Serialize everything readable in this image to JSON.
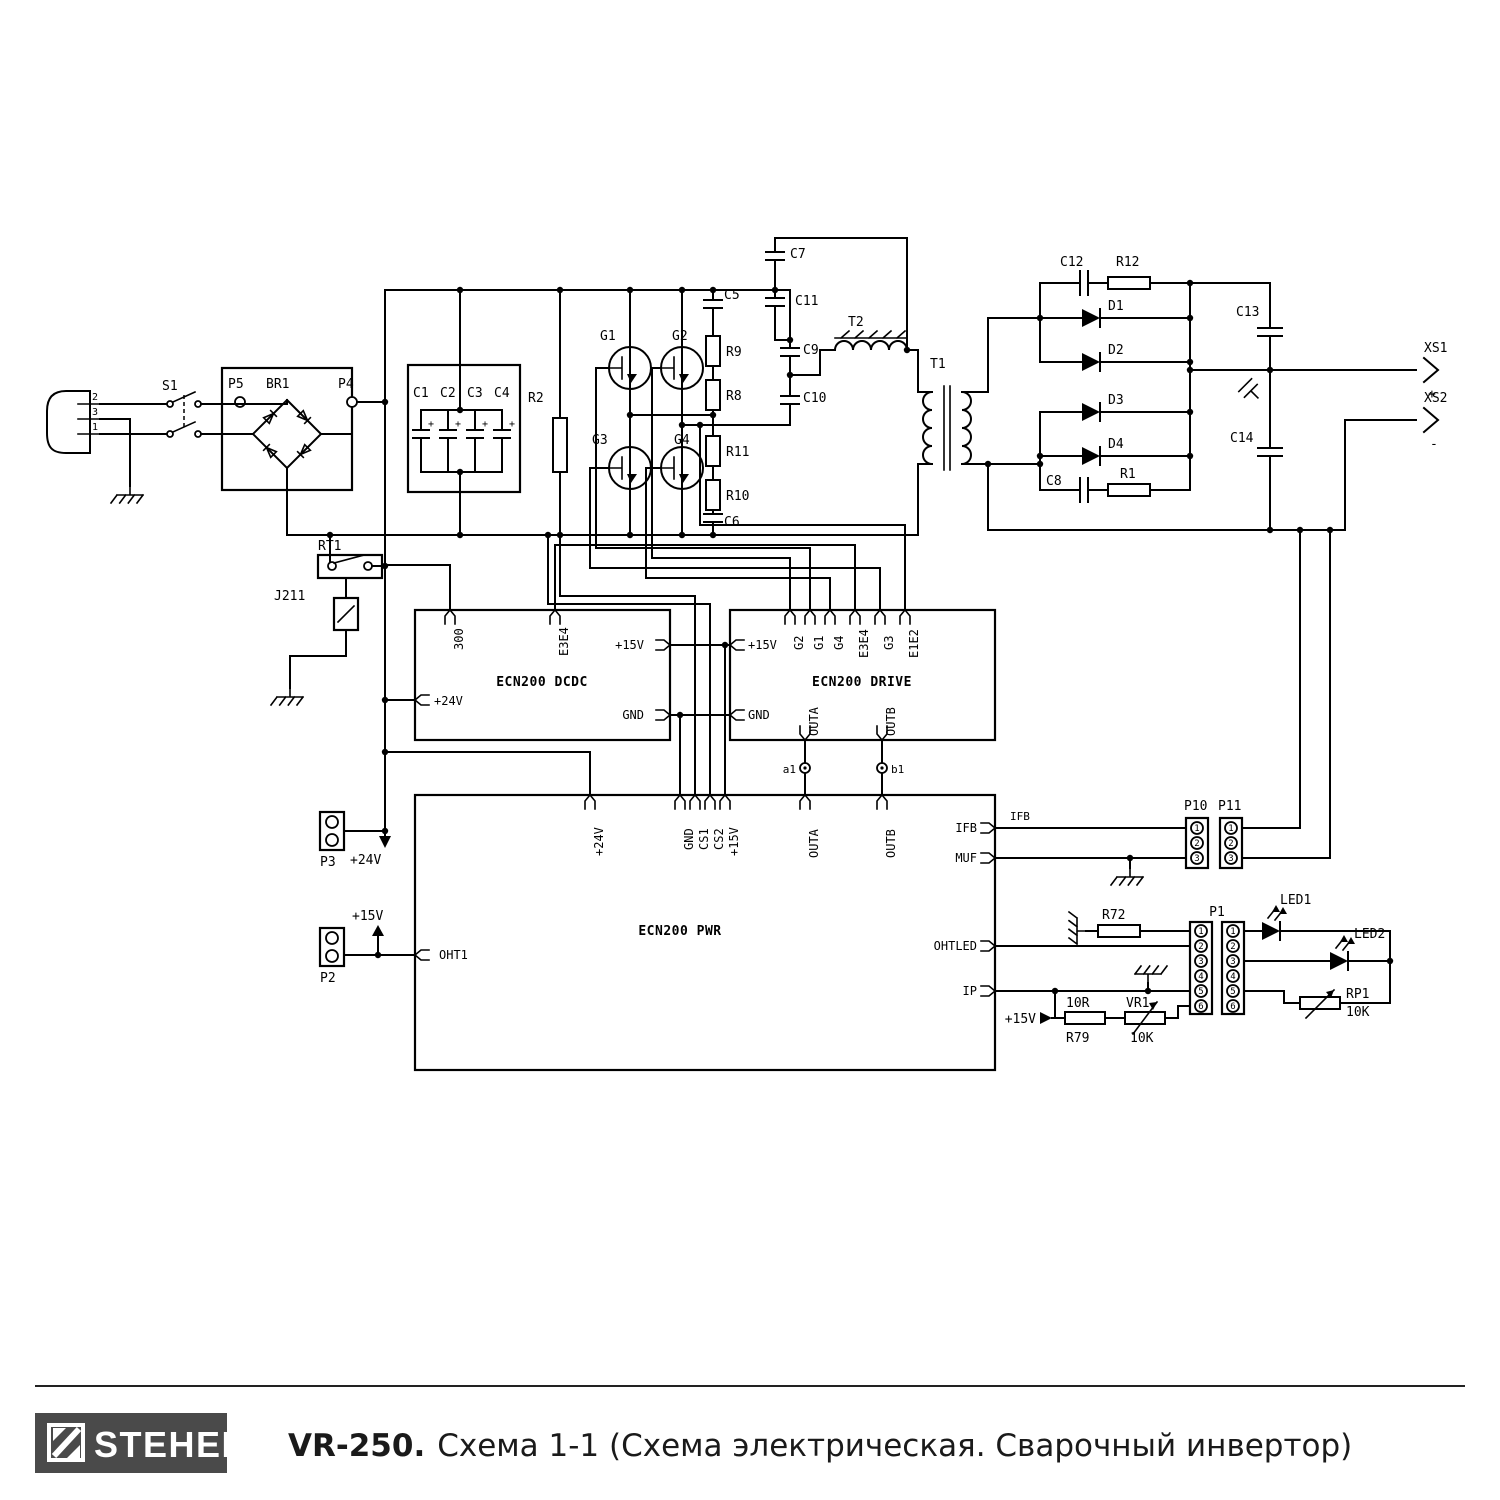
{
  "footer": {
    "brand": "STEHER",
    "model": "VR-250.",
    "caption": "Схема 1-1 (Схема электрическая. Сварочный инвертор)"
  },
  "blocks": {
    "dcdc": "ECN200 DCDC",
    "drive": "ECN200 DRIVE",
    "pwr": "ECN200 PWR"
  },
  "nets": {
    "v15": "+15V",
    "v24": "+24V",
    "gnd": "GND",
    "v300": "300",
    "e3e4": "E3E4",
    "e1e2": "E1E2",
    "outa": "OUTA",
    "outb": "OUTB",
    "cs1": "CS1",
    "cs2": "CS2",
    "ifb": "IFB",
    "muf": "MUF",
    "ohtled": "OHTLED",
    "ip": "IP",
    "oht1": "OHT1",
    "a1": "a1",
    "b1": "b1",
    "plus": "+",
    "minus": "-"
  },
  "components": {
    "s1": "S1",
    "br1": "BR1",
    "rt1": "RT1",
    "j211": "J211",
    "r2": "R2",
    "c1": "C1",
    "c2": "C2",
    "c3": "C3",
    "c4": "C4",
    "c5": "C5",
    "c6": "C6",
    "c7": "C7",
    "c8": "C8",
    "c9": "C9",
    "c10": "C10",
    "c11": "C11",
    "c12": "C12",
    "c13": "C13",
    "c14": "C14",
    "r1": "R1",
    "r8": "R8",
    "r9": "R9",
    "r10": "R10",
    "r11": "R11",
    "r12": "R12",
    "r72": "R72",
    "r79": "R79",
    "r79_val": "10R",
    "g1": "G1",
    "g2": "G2",
    "g3": "G3",
    "g4": "G4",
    "d1": "D1",
    "d2": "D2",
    "d3": "D3",
    "d4": "D4",
    "t1": "T1",
    "t2": "T2",
    "xs1": "XS1",
    "xs2": "XS2",
    "led1": "LED1",
    "led2": "LED2",
    "rp1": "RP1",
    "rp1_val": "10K",
    "vr1": "VR1",
    "vr1_val": "10K",
    "p1": "P1",
    "p2": "P2",
    "p3": "P3",
    "p4": "P4",
    "p5": "P5",
    "p10": "P10",
    "p11": "P11"
  },
  "pins": {
    "n1": "1",
    "n2": "2",
    "n3": "3",
    "n4": "4",
    "n5": "5",
    "n6": "6"
  },
  "plug": {
    "pin1": "1",
    "pin2": "2",
    "pin3": "3"
  }
}
